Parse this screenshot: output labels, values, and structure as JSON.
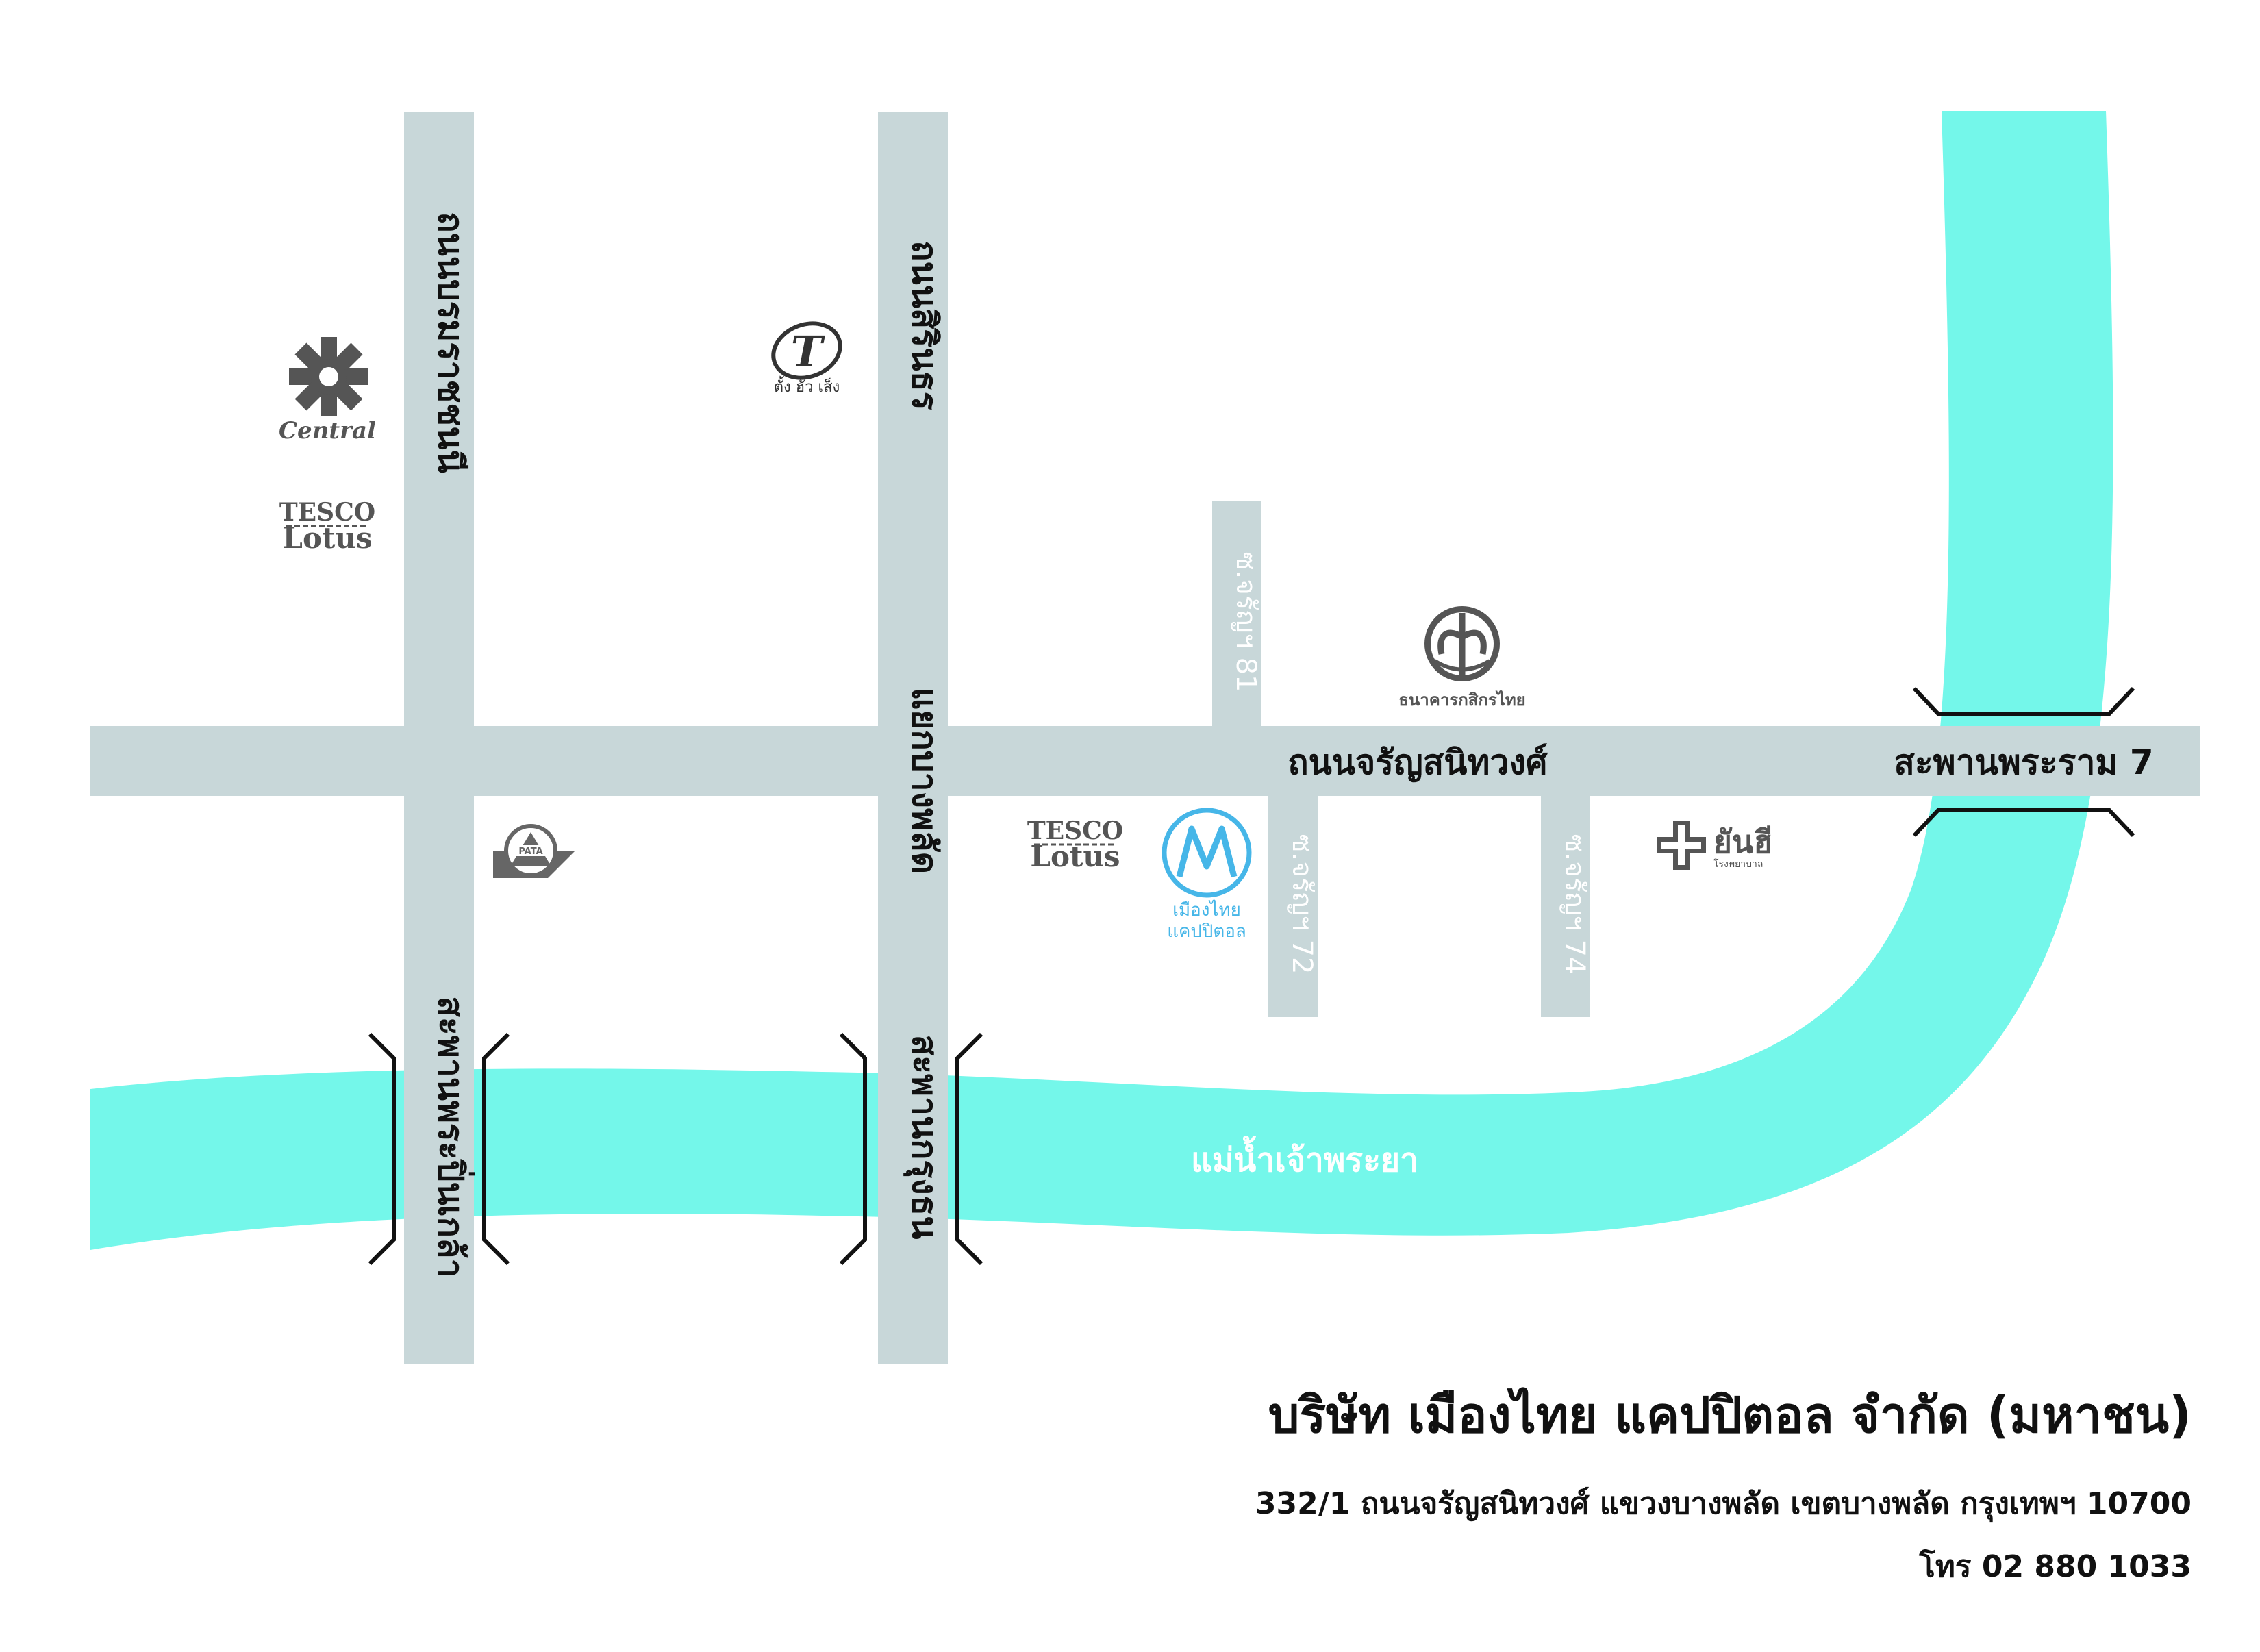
{
  "roads": {
    "borom": "ถนนบรมราชชนนี",
    "sirindhorn": "ถนนสิรินธร",
    "bangphlat": "แยกบางพลัด",
    "charan": "ถนนจรัญสนิทวงศ์",
    "soi81": "ซ.จรัญฯ 81",
    "soi72": "ซ.จรัญฯ 72",
    "soi74": "ซ.จรัญฯ 74"
  },
  "bridges": {
    "pinklao": "สะพานพระปิ่นเกล้า",
    "krungthon": "สะพานกรุงธน",
    "rama7": "สะพานพระราม 7"
  },
  "river": {
    "label": "แม่น้ำเจ้าพระยา"
  },
  "landmarks": {
    "central": "Central",
    "tesco_top": "TESCO",
    "lotus": "Lotus",
    "tang": "ตั้ง ฮั่ว เส็ง",
    "kasikorn": "ธนาคารกสิกรไทย",
    "muangthai_1": "เมืองไทย",
    "muangthai_2": "แคปปิตอล",
    "yanhee": "ยันฮี",
    "yanhee_sub": "โรงพยาบาล",
    "pata": "PATA"
  },
  "company": {
    "name": "บริษัท เมืองไทย แคปปิตอล จำกัด (มหาชน)",
    "address": "332/1 ถนนจรัญสนิทวงศ์ แขวงบางพลัด เขตบางพลัด กรุงเทพฯ 10700",
    "phone": "โทร 02 880 1033"
  },
  "colors": {
    "road": "#c8d7d9",
    "river": "#74f7ea",
    "accent": "#46b6e8",
    "logo": "#555555"
  }
}
